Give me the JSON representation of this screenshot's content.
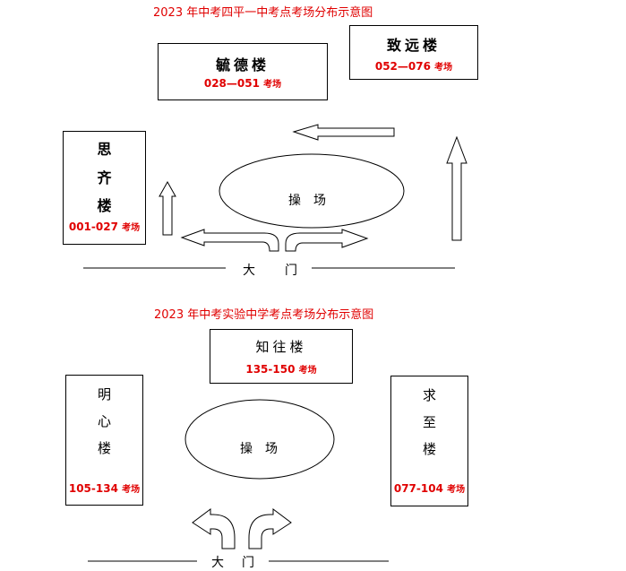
{
  "map1": {
    "title": "2023 年中考四平一中考点考场分布示意图",
    "buildings": {
      "top": {
        "name": "毓德楼",
        "rooms": "028—051",
        "suffix": "考场"
      },
      "right": {
        "name": "致远楼",
        "rooms": "052—076",
        "suffix": "考场"
      },
      "left": {
        "chars": [
          "思",
          "齐",
          "楼"
        ],
        "rooms": "001-027",
        "suffix": "考场"
      }
    },
    "field": "操　场",
    "gate_chars": [
      "大",
      "门"
    ]
  },
  "map2": {
    "title": "2023 年中考实验中学考点考场分布示意图",
    "buildings": {
      "top": {
        "name": "知往楼",
        "rooms": "135-150",
        "suffix": "考场"
      },
      "left": {
        "chars": [
          "明",
          "心",
          "楼"
        ],
        "rooms": "105-134",
        "suffix": "考场"
      },
      "right": {
        "chars": [
          "求",
          "至",
          "楼"
        ],
        "rooms": "077-104",
        "suffix": "考场"
      }
    },
    "field": "操　场",
    "gate_chars": [
      "大",
      "门"
    ]
  },
  "colors": {
    "red": "#e00000",
    "line": "#000000"
  },
  "icons": [
    "arrow-up-icon",
    "arrow-left-icon",
    "turn-left-arrow-icon",
    "turn-right-arrow-icon"
  ]
}
